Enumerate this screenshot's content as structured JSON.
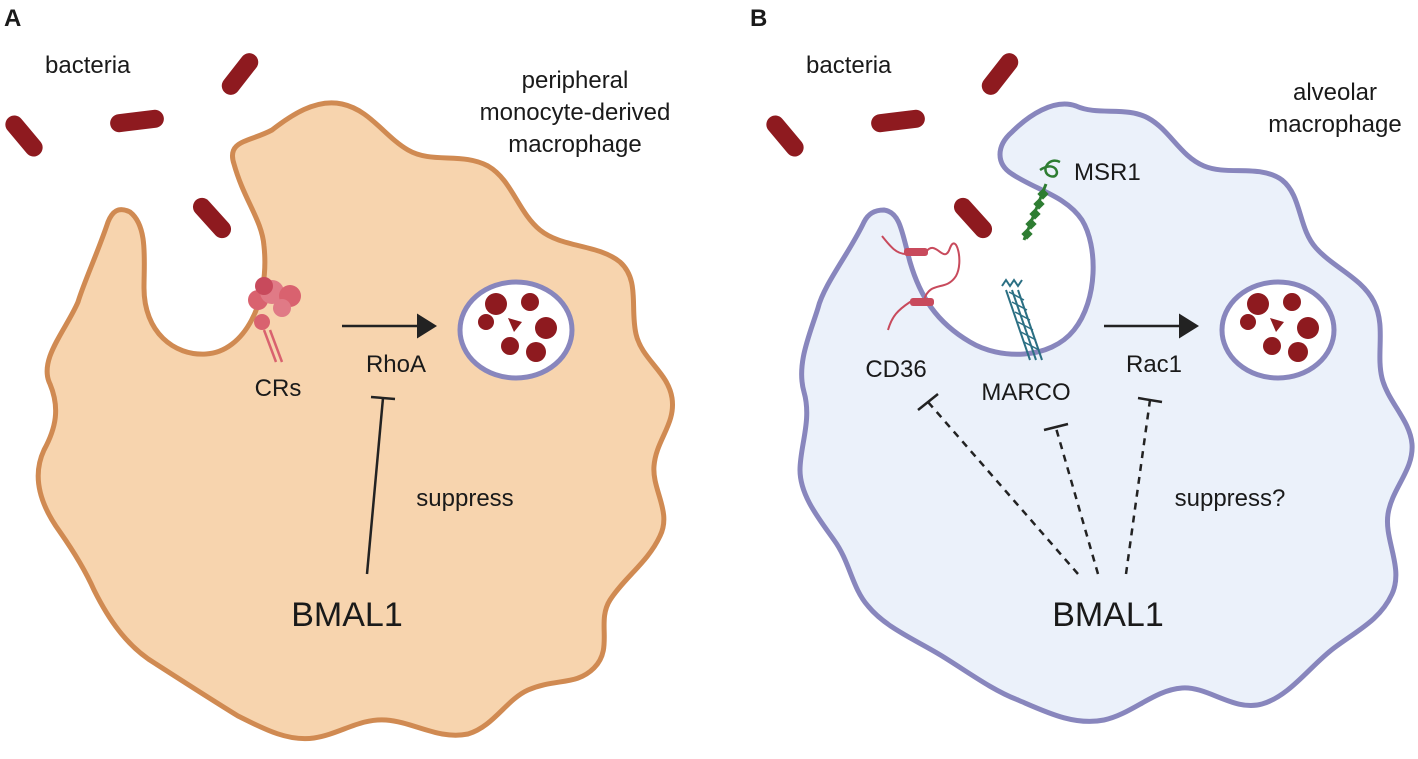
{
  "panel_a": {
    "letter": "A",
    "bacteria_label": "bacteria",
    "cell_label_lines": [
      "peripheral",
      "monocyte-derived",
      "macrophage"
    ],
    "receptor_label": "CRs",
    "pathway_label": "RhoA",
    "effect_label": "suppress",
    "regulator_label": "BMAL1",
    "cell_color": "#f7d4ae",
    "membrane_color": "#d08a52"
  },
  "panel_b": {
    "letter": "B",
    "bacteria_label": "bacteria",
    "cell_label_lines": [
      "alveolar",
      "macrophage"
    ],
    "receptor_labels": {
      "msr1": "MSR1",
      "cd36": "CD36",
      "marco": "MARCO"
    },
    "pathway_label": "Rac1",
    "effect_label": "suppress?",
    "regulator_label": "BMAL1",
    "cell_color": "#ebf1fa",
    "membrane_color": "#8886bd"
  },
  "colors": {
    "bacteria": "#8e1a1f",
    "phagosome_fill": "#ffffff",
    "phagosome_border": "#8886bd",
    "cargo": "#8e1a1f",
    "complement_receptor": "#d9626f",
    "msr1": "#2e7d32",
    "marco": "#2b6f83",
    "cd36": "#c84a5c",
    "arrow": "#222222"
  }
}
